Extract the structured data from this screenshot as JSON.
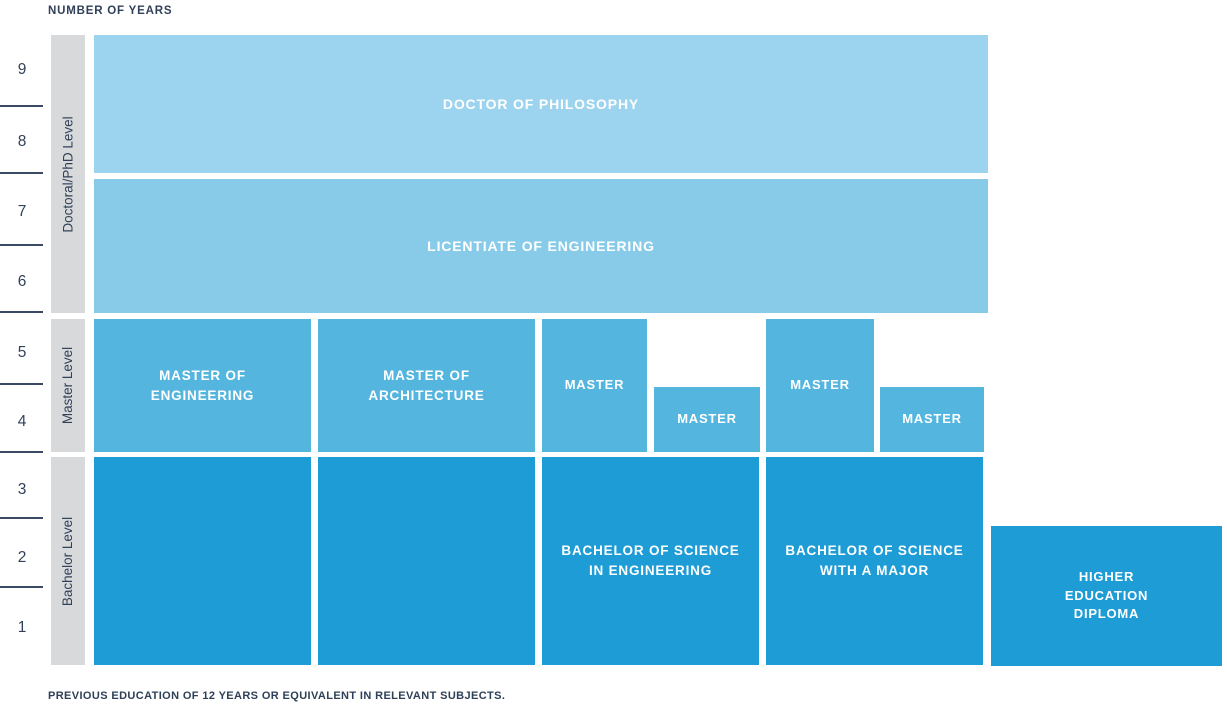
{
  "axis": {
    "title": "NUMBER OF YEARS",
    "years": [
      "9",
      "8",
      "7",
      "6",
      "5",
      "4",
      "3",
      "2",
      "1"
    ]
  },
  "levels": [
    {
      "label": "Doctoral/PhD Level"
    },
    {
      "label": "Master Level"
    },
    {
      "label": "Bachelor Level"
    }
  ],
  "degrees": {
    "doctor_of_philosophy": {
      "label": "DOCTOR OF PHILOSOPHY",
      "level": "Doctoral/PhD Level",
      "from_year": 7,
      "to_year": 9
    },
    "licentiate_of_engineering": {
      "label": "LICENTIATE OF ENGINEERING",
      "level": "Doctoral/PhD Level",
      "from_year": 5,
      "to_year": 7
    },
    "master_of_engineering": {
      "label": "MASTER OF\nENGINEERING",
      "level": "Master Level",
      "from_year": 3,
      "to_year": 5
    },
    "master_of_architecture": {
      "label": "MASTER OF\nARCHITECTURE",
      "level": "Master Level",
      "from_year": 3,
      "to_year": 5
    },
    "master_tall_1": {
      "label": "MASTER",
      "level": "Master Level",
      "from_year": 3,
      "to_year": 5
    },
    "master_short_1": {
      "label": "MASTER",
      "level": "Master Level",
      "from_year": 3,
      "to_year": 4
    },
    "master_tall_2": {
      "label": "MASTER",
      "level": "Master Level",
      "from_year": 3,
      "to_year": 5
    },
    "master_short_2": {
      "label": "MASTER",
      "level": "Master Level",
      "from_year": 3,
      "to_year": 4
    },
    "bachelor_unlabeled_1": {
      "label": "",
      "level": "Bachelor Level",
      "from_year": 0,
      "to_year": 3
    },
    "bachelor_unlabeled_2": {
      "label": "",
      "level": "Bachelor Level",
      "from_year": 0,
      "to_year": 3
    },
    "bachelor_science_engineering": {
      "label": "BACHELOR OF SCIENCE\nIN ENGINEERING",
      "level": "Bachelor Level",
      "from_year": 0,
      "to_year": 3
    },
    "bachelor_science_major": {
      "label": "BACHELOR OF SCIENCE\nWITH A MAJOR",
      "level": "Bachelor Level",
      "from_year": 0,
      "to_year": 3
    },
    "higher_education_diploma": {
      "label": "HIGHER\nEDUCATION\nDIPLOMA",
      "level": "Bachelor Level",
      "from_year": 0,
      "to_year": 2
    }
  },
  "footnote": "PREVIOUS EDUCATION OF 12 YEARS OR EQUIVALENT IN RELEVANT SUBJECTS.",
  "colors": {
    "doctoral_box": "#9cd3ee",
    "licentiate_box": "#87cbe9",
    "master_box": "#54b5df",
    "bachelor_box": "#1e9cd6",
    "level_band": "#d8d9da",
    "dark_text": "#31415a",
    "box_text": "#ffffff"
  }
}
